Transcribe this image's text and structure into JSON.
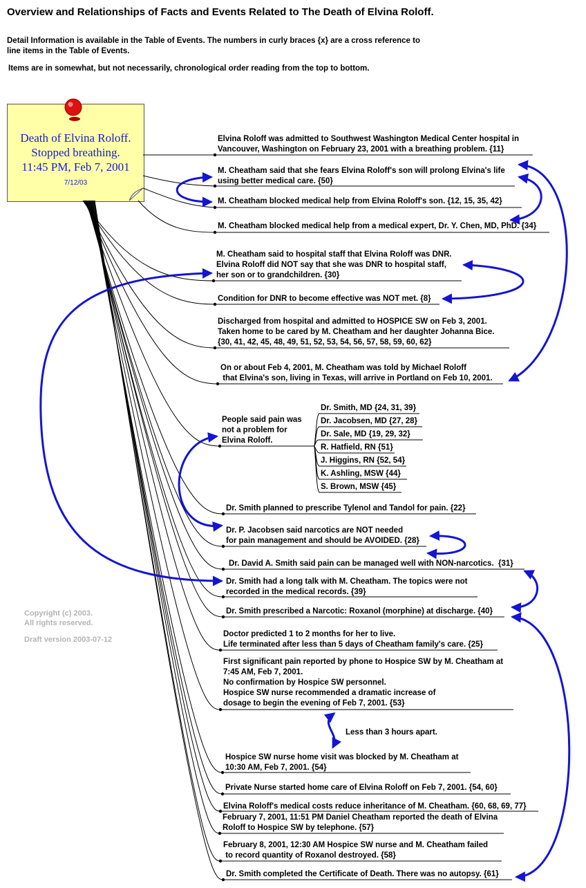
{
  "title": "Overview and Relationships of Facts and Events Related to The Death of Elvina Roloff.",
  "intro": {
    "line1": "Detail Information is available in the Table of Events. The numbers in curly braces {x} are a cross reference to",
    "line2": "line items in the Table of Events.",
    "line3": "Items are in somewhat, but not necessarily, chronological order reading from the top to bottom."
  },
  "note": {
    "main": "Death of Elvina Roloff.\nStopped breathing.\n11:45 PM, Feb 7, 2001",
    "date": "7/12/03"
  },
  "copyright": {
    "line1": "Copyright (c) 2003.",
    "line2": "All rights reserved.",
    "draft": "Draft version 2003-07-12"
  },
  "events": [
    {
      "id": "e1",
      "text": "Elvina Roloff was admitted to Southwest Washington Medical Center hospital in\nVancouver, Washington on February 23, 2001 with a breathing problem. {11}"
    },
    {
      "id": "e2",
      "text": "M. Cheatham said that she fears Elvina Roloff's son will prolong Elvina's life\nusing better medical care. {50}"
    },
    {
      "id": "e3",
      "text": "M. Cheatham blocked medical help from Elvina Roloff's son. {12, 15, 35, 42}"
    },
    {
      "id": "e4",
      "text": "M. Cheatham blocked medical help from a medical expert, Dr. Y. Chen, MD, PhD. {34}"
    },
    {
      "id": "e5",
      "text": "M. Cheatham said to hospital staff that Elvina Roloff was DNR.\nElvina Roloff did NOT say that she was DNR to hospital staff,\nher son or to grandchildren. {30}"
    },
    {
      "id": "e6",
      "text": "Condition for DNR to become effective was NOT met. {8}"
    },
    {
      "id": "e7",
      "text": "Discharged from hospital and admitted to HOSPICE SW on Feb 3, 2001.\nTaken home to be cared by M. Cheatham and her daughter Johanna Bice.\n{30, 41, 42, 45, 48, 49, 51, 52, 53, 54, 56, 57, 58, 59, 60, 62}"
    },
    {
      "id": "e8",
      "text": "On or about Feb 4, 2001, M. Cheatham was told by Michael Roloff\n that Elvina's son, living in Texas, will arrive in Portland on Feb 10, 2001."
    },
    {
      "id": "e9",
      "text": "People said pain was\nnot a problem for\nElvina Roloff."
    },
    {
      "id": "e10",
      "text": "Dr. Smith planned to prescribe Tylenol and Tandol for pain. {22}"
    },
    {
      "id": "e11",
      "text": "Dr. P. Jacobsen said narcotics are NOT needed\nfor pain management and should be AVOIDED. {28}"
    },
    {
      "id": "e12",
      "text": "Dr. David A. Smith said pain can be managed well with NON-narcotics.  {31}"
    },
    {
      "id": "e13",
      "text": "Dr. Smith had a long talk with M. Cheatham. The topics were not\nrecorded in the medical records. {39}"
    },
    {
      "id": "e14",
      "text": "Dr. Smith prescribed a Narcotic: Roxanol (morphine) at discharge. {40}"
    },
    {
      "id": "e15",
      "text": "Doctor predicted 1 to 2 months for her to live.\nLife terminated after less than 5 days of Cheatham family's care. {25}"
    },
    {
      "id": "e16",
      "text": "First significant pain reported by phone to Hospice SW by M. Cheatham at\n7:45 AM, Feb 7, 2001.\nNo confirmation by Hospice SW personnel.\nHospice SW nurse recommended a dramatic increase of\ndosage to begin the evening of Feb 7, 2001. {53}"
    },
    {
      "id": "e17",
      "text": "Hospice SW nurse home visit was blocked by M. Cheatham at\n10:30 AM, Feb 7, 2001. {54}"
    },
    {
      "id": "e18",
      "text": "Private Nurse started home care of Elvina Roloff on Feb 7, 2001. {54, 60}"
    },
    {
      "id": "e19",
      "text": "Elvina Roloff's medical costs reduce inheritance of M. Cheatham. {60, 68, 69, 77}"
    },
    {
      "id": "e20",
      "text": "February 7, 2001, 11:51 PM Daniel Cheatham reported the death of Elvina\nRoloff to Hospice SW by telephone. {57}"
    },
    {
      "id": "e21",
      "text": "February 8, 2001, 12:30 AM Hospice SW nurse and M. Cheatham failed\n to record quantity of Roxanol destroyed. {58}"
    },
    {
      "id": "e22",
      "text": "Dr. Smith completed the Certificate of Death. There was no autopsy. {61}"
    }
  ],
  "pain_sources": [
    "Dr. Smith, MD {24, 31, 39}",
    "Dr. Jacobsen, MD {27, 28}",
    "Dr. Sale, MD {19, 29, 32}",
    "R. Hatfield, RN {51}",
    "J. Higgins, RN {52, 54}",
    "K. Ashling, MSW {44}",
    "S. Brown, MSW {45}"
  ],
  "annotation": "Less than 3 hours apart.",
  "colors": {
    "arrow": "#1414d2",
    "note_bg": "#ffffa8",
    "note_text": "#1a1ac8",
    "pin": "#dd1111",
    "copyright": "#b4b4b4"
  }
}
